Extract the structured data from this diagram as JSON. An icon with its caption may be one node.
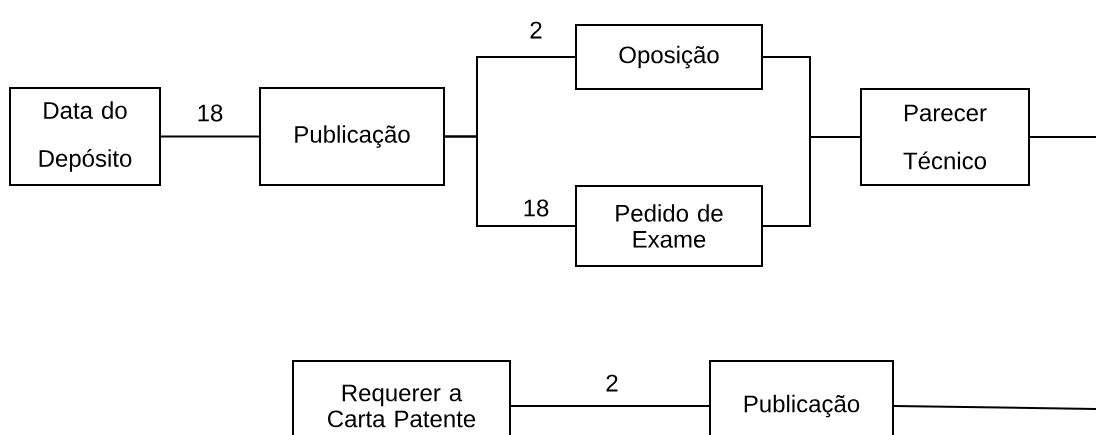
{
  "diagram": {
    "nodes": [
      {
        "text": [
          "Data do Depósito"
        ]
      },
      {
        "text": [
          "Publicação"
        ]
      },
      {
        "text": [
          "Oposição"
        ]
      },
      {
        "text": [
          "Pedido de Exame"
        ]
      },
      {
        "text": [
          "Parecer Técnico"
        ]
      },
      {
        "text": [
          "Requerer a Carta Patente"
        ]
      },
      {
        "text": [
          "Publicação"
        ]
      }
    ],
    "edges": [
      {
        "from": 0,
        "to": 1,
        "arrow": "none",
        "label": "18"
      },
      {
        "from": 1,
        "to": 2,
        "arrow": "none",
        "label": "2"
      },
      {
        "from": 1,
        "to": 3,
        "arrow": "none",
        "label": "18"
      },
      {
        "from": 2,
        "to": 4,
        "arrow": "none"
      },
      {
        "from": 3,
        "to": 4,
        "arrow": "none"
      },
      {
        "from": 4,
        "to": null,
        "arrow": "none"
      },
      {
        "from": 5,
        "to": 6,
        "arrow": "none",
        "label": "2"
      },
      {
        "from": 6,
        "to": null,
        "arrow": "none"
      }
    ]
  }
}
